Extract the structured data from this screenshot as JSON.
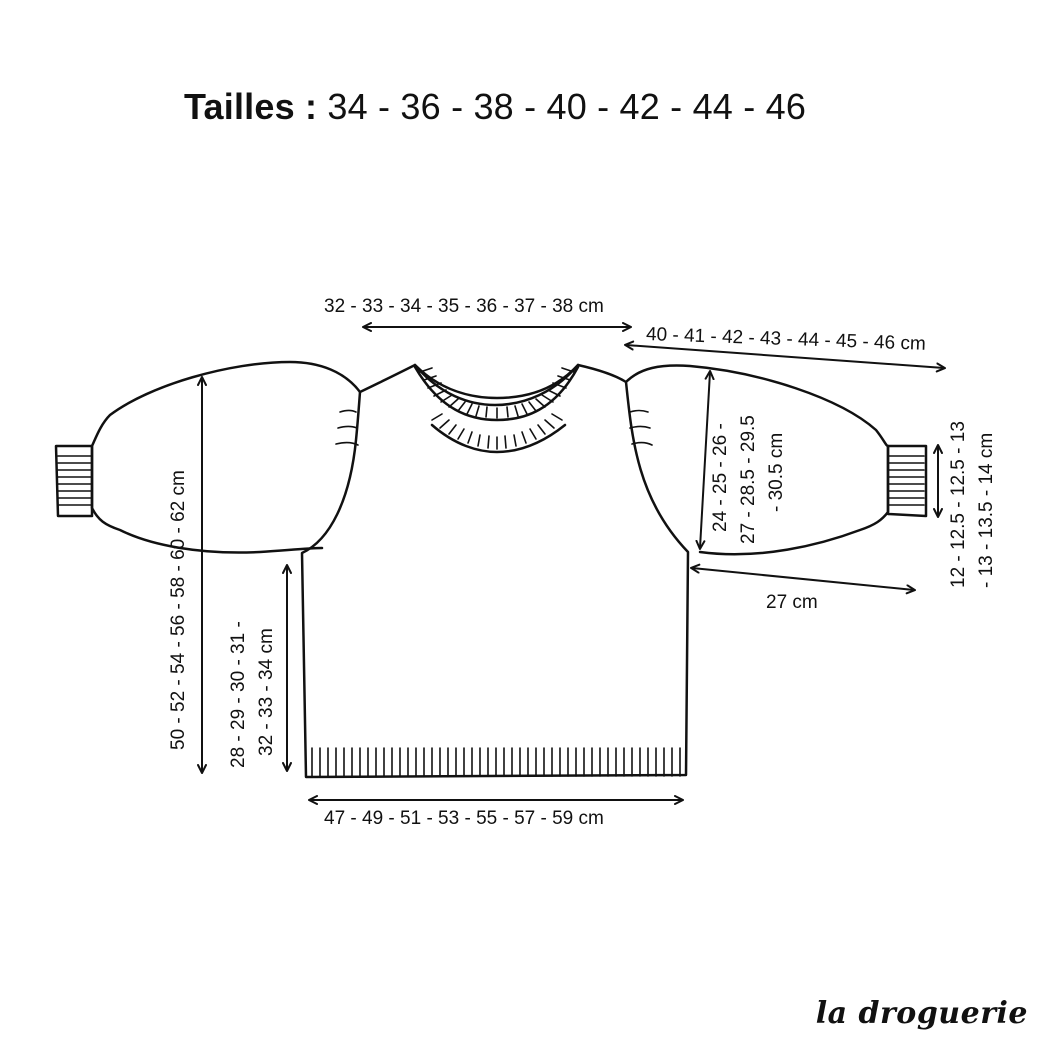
{
  "title": {
    "label": "Tailles :",
    "sizes": "34 - 36 - 38 - 40 - 42 - 44 - 46"
  },
  "measurements": {
    "neck_width": "32 - 33 - 34 - 35 - 36 - 37 - 38 cm",
    "sleeve_top_width": "40 - 41 - 42 - 43 - 44 - 45 - 46 cm",
    "total_length": "50 - 52 - 54 - 56 - 58 - 60 - 62 cm",
    "body_length_line1": "28 - 29 - 30 - 31 -",
    "body_length_line2": "32 - 33 - 34 cm",
    "sleeve_height_line1": "24 - 25 - 26 -",
    "sleeve_height_line2": "27 - 28.5 - 29.5",
    "sleeve_height_line3": "- 30.5 cm",
    "cuff_line1": "12 - 12.5 - 12.5 - 13",
    "cuff_line2": "- 13 - 13.5 - 14 cm",
    "sleeve_length": "27 cm",
    "hem_width": "47 - 49 - 51 - 53 - 55 - 57 - 59 cm"
  },
  "brand": "la droguerie",
  "colors": {
    "ink": "#111111",
    "background": "#ffffff"
  }
}
